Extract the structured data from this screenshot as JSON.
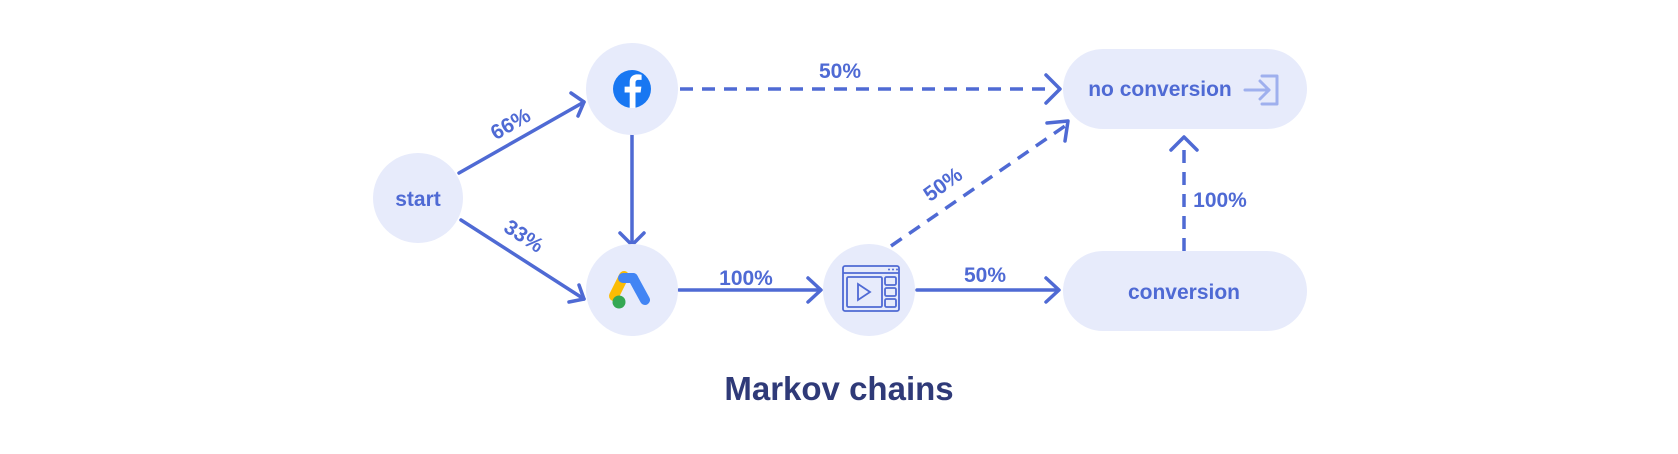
{
  "colors": {
    "node_fill": "#e7ebfb",
    "edge": "#4f6ad4",
    "title": "#2f3a78",
    "facebook": "#1877f2",
    "ads_blue": "#4285f4",
    "ads_yellow": "#fbbc04",
    "ads_green": "#34a853"
  },
  "nodes": {
    "start": {
      "label": "start"
    },
    "facebook": {
      "icon": "facebook-icon"
    },
    "google_ads": {
      "icon": "google-ads-icon"
    },
    "video": {
      "icon": "video-player-icon"
    },
    "no_conversion": {
      "label": "no conversion",
      "icon": "exit-icon"
    },
    "conversion": {
      "label": "conversion"
    }
  },
  "edges": [
    {
      "from": "start",
      "to": "facebook",
      "label": "66%",
      "style": "solid"
    },
    {
      "from": "start",
      "to": "google_ads",
      "label": "33%",
      "style": "solid"
    },
    {
      "from": "facebook",
      "to": "no_conversion",
      "label": "50%",
      "style": "dashed"
    },
    {
      "from": "facebook",
      "to": "google_ads",
      "label": "",
      "style": "solid"
    },
    {
      "from": "google_ads",
      "to": "video",
      "label": "100%",
      "style": "solid"
    },
    {
      "from": "video",
      "to": "no_conversion",
      "label": "50%",
      "style": "dashed"
    },
    {
      "from": "video",
      "to": "conversion",
      "label": "50%",
      "style": "solid"
    },
    {
      "from": "conversion",
      "to": "no_conversion",
      "label": "100%",
      "style": "dashed"
    }
  ],
  "title": "Markov chains"
}
